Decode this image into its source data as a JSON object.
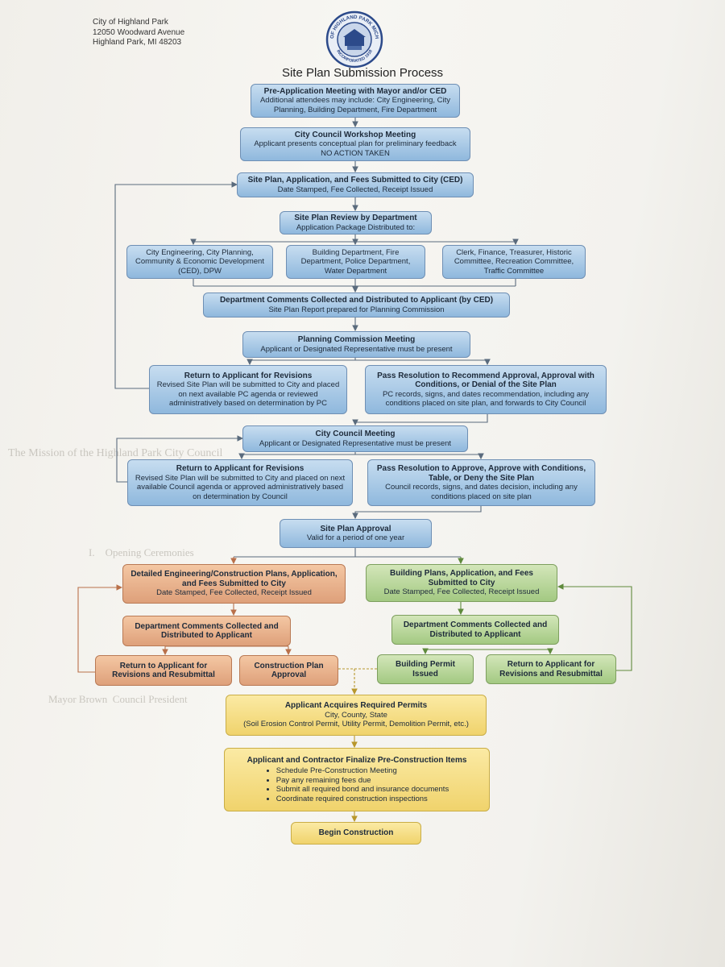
{
  "header": {
    "address_lines": [
      "City of Highland Park",
      "12050 Woodward Avenue",
      "Highland Park, MI 48203"
    ],
    "seal_top_text": "CITY OF HIGHLAND PARK MICHIGAN",
    "seal_bottom_text": "INCORPORATED 1918",
    "title": "Site Plan Submission Process"
  },
  "steps": {
    "pre_app": {
      "heading": "Pre-Application Meeting with Mayor and/or CED",
      "body": "Additional attendees may include: City Engineering, City Planning, Building Department, Fire Department"
    },
    "workshop": {
      "heading": "City Council Workshop Meeting",
      "body": "Applicant presents conceptual plan for preliminary feedback",
      "note": "NO ACTION TAKEN"
    },
    "submit": {
      "heading": "Site Plan, Application, and Fees Submitted to City (CED)",
      "body": "Date Stamped, Fee Collected, Receipt Issued"
    },
    "review": {
      "heading": "Site Plan Review by Department",
      "body": "Application Package Distributed to:"
    },
    "dept_a": {
      "body": "City Engineering, City Planning, Community & Economic Development (CED), DPW"
    },
    "dept_b": {
      "body": "Building Department, Fire Department, Police Department, Water Department"
    },
    "dept_c": {
      "body": "Clerk, Finance, Treasurer, Historic Committee, Recreation Committee, Traffic Committee"
    },
    "comments": {
      "heading": "Department Comments Collected and Distributed to Applicant (by CED)",
      "body": "Site Plan Report prepared for Planning Commission"
    },
    "pc_meeting": {
      "heading": "Planning Commission Meeting",
      "body": "Applicant or Designated Representative must be present"
    },
    "pc_return": {
      "heading": "Return to Applicant for Revisions",
      "body": "Revised Site Plan will be submitted to City and placed on next available PC agenda or reviewed administratively based on determination by PC"
    },
    "pc_resolution": {
      "heading": "Pass Resolution to Recommend Approval, Approval with Conditions, or Denial of the Site Plan",
      "body": "PC records, signs, and dates recommendation, including any conditions placed on site plan, and forwards to City Council"
    },
    "cc_meeting": {
      "heading": "City Council Meeting",
      "body": "Applicant or Designated Representative must be present"
    },
    "cc_return": {
      "heading": "Return to Applicant for Revisions",
      "body": "Revised Site Plan will be submitted to City and placed on next available Council agenda or approved administratively based on determination by Council"
    },
    "cc_resolution": {
      "heading": "Pass Resolution to Approve, Approve with Conditions, Table, or Deny the Site Plan",
      "body": "Council records, signs, and dates decision, including any conditions placed on site plan"
    },
    "approval": {
      "heading": "Site Plan Approval",
      "body": "Valid for a period of one year"
    },
    "eng_plans": {
      "heading": "Detailed Engineering/Construction Plans, Application, and Fees Submitted to City",
      "body": "Date Stamped, Fee Collected, Receipt Issued"
    },
    "bld_plans": {
      "heading": "Building Plans, Application, and Fees Submitted to City",
      "body": "Date Stamped, Fee Collected, Receipt Issued"
    },
    "eng_comments": {
      "heading": "Department Comments Collected and Distributed to Applicant"
    },
    "bld_comments": {
      "heading": "Department Comments Collected and Distributed to Applicant"
    },
    "eng_return": {
      "heading": "Return to Applicant for Revisions and Resubmittal"
    },
    "eng_approval": {
      "heading": "Construction Plan Approval"
    },
    "bld_permit": {
      "heading": "Building Permit Issued"
    },
    "bld_return": {
      "heading": "Return to Applicant for Revisions and Resubmittal"
    },
    "permits": {
      "heading": "Applicant Acquires Required Permits",
      "line1": "City, County, State",
      "line2": "(Soil Erosion Control Permit, Utility Permit, Demolition Permit, etc.)"
    },
    "finalize": {
      "heading": "Applicant and Contractor Finalize Pre-Construction Items",
      "items": [
        "Schedule Pre-Construction Meeting",
        "Pay any remaining fees due",
        "Submit all required bond and insurance documents",
        "Coordinate required construction inspections"
      ]
    },
    "begin": {
      "heading": "Begin Construction"
    }
  },
  "colors": {
    "blue": "#8fb8dd",
    "orange": "#dea07a",
    "green": "#a3c982",
    "yellow": "#f0d36c",
    "arrow": "#5a6b7d"
  }
}
